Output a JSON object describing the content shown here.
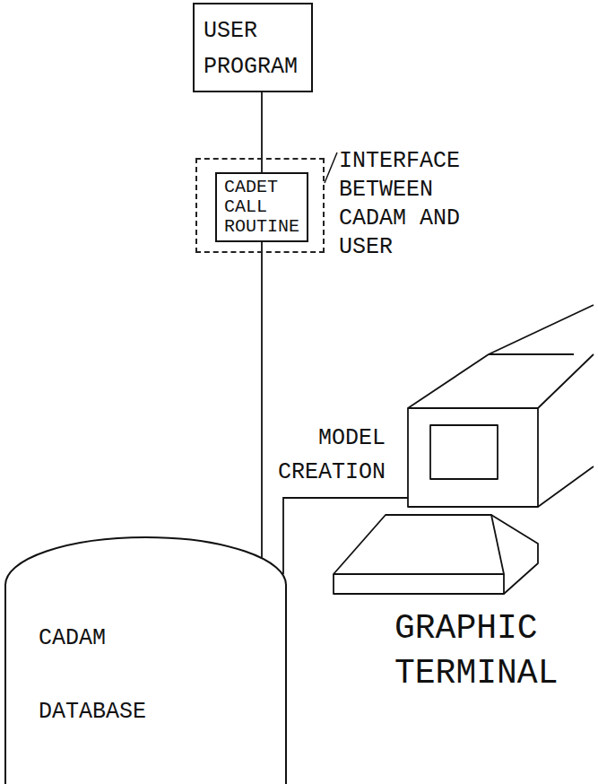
{
  "diagram": {
    "nodes": [
      {
        "text": [
          "USER PROGRAM"
        ]
      },
      {
        "text": [
          "INTERFACE BETWEEN CADAM AND USER"
        ]
      },
      {
        "text": [
          "CADET CALL ROUTINE"
        ],
        "in": 1
      },
      {
        "text": [
          "CADAM DATABASE"
        ]
      },
      {
        "text": [
          "GRAPHIC TERMINAL"
        ]
      }
    ],
    "edges": [
      {
        "from": 0,
        "to": 2,
        "arrow": "none"
      },
      {
        "from": 2,
        "to": 3,
        "arrow": "none"
      },
      {
        "from": 4,
        "to": 3,
        "label": "MODEL CREATION",
        "arrow": "none"
      }
    ]
  }
}
